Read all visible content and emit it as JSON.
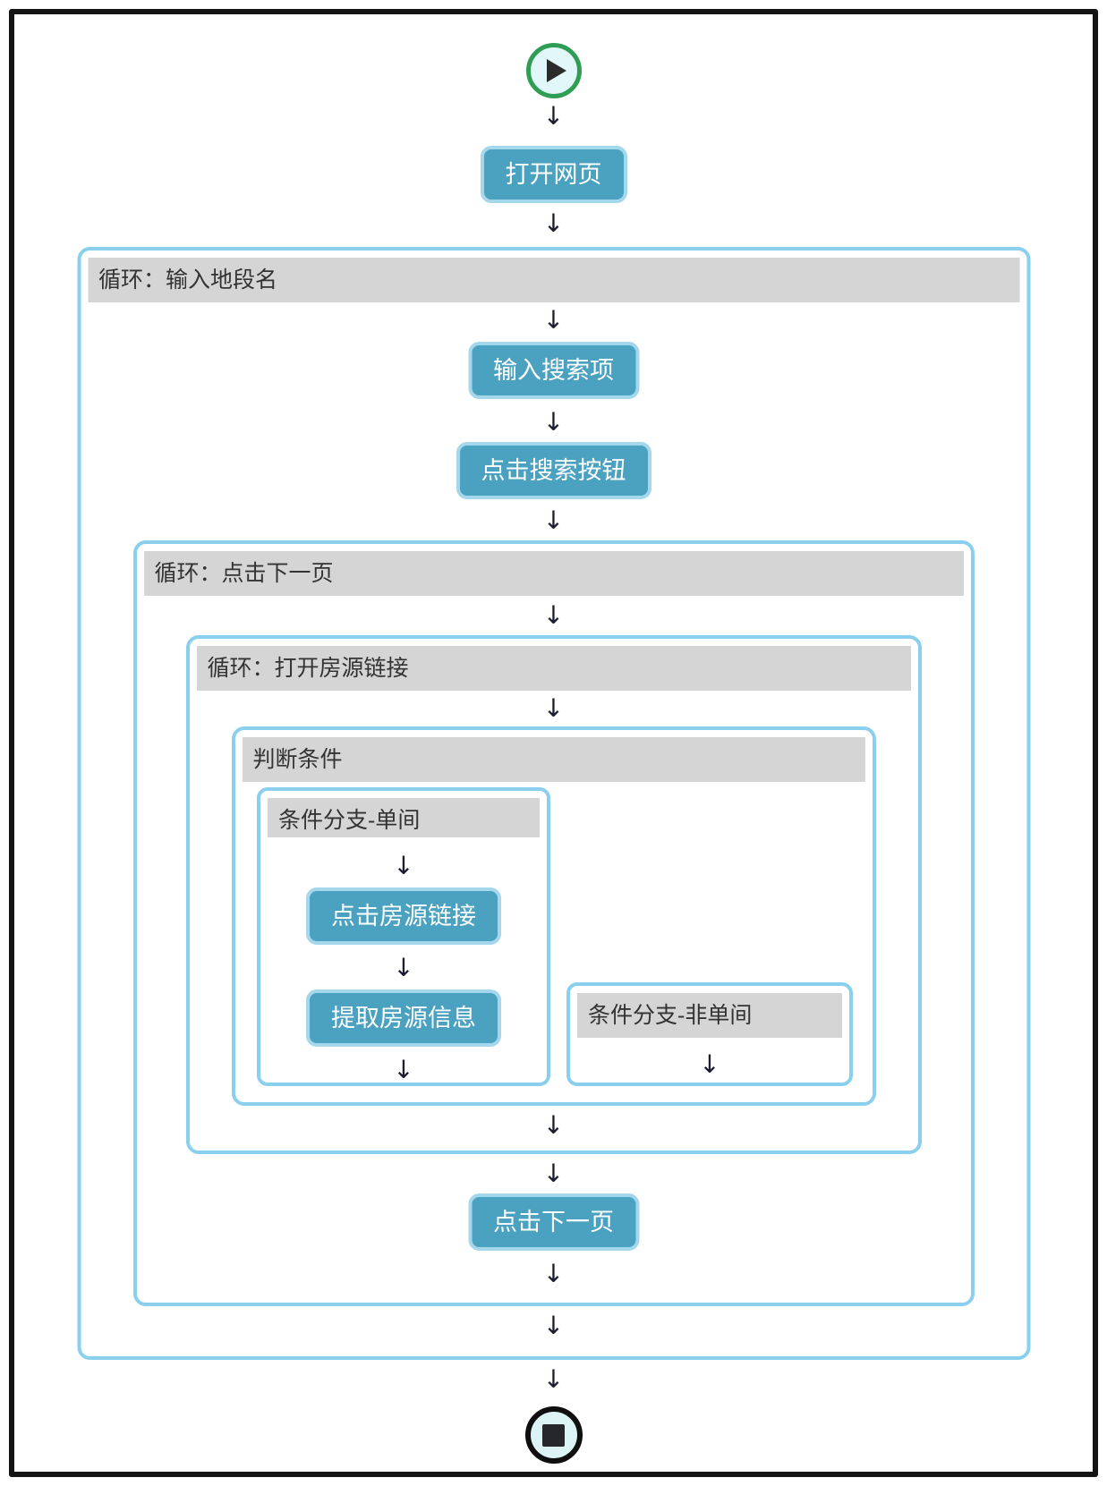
{
  "colors": {
    "canvas_frame": "#141414",
    "container_border": "#8bcfee",
    "header_background": "#d5d5d5",
    "header_text": "#333333",
    "button_background": "#4ba1c0",
    "button_border": "#a4d7eb",
    "button_text": "#ffffff",
    "arrow": "#1c1c33",
    "start_ring_green": "#2f9e54",
    "icon_fill": "#e2f7f9",
    "stop_ring": "#0f0f0f"
  },
  "icons": {
    "arrow_down": "↓"
  },
  "nodes": {
    "open_webpage": "打开网页",
    "loop_area": {
      "header": "循环：输入地段名",
      "input_search": "输入搜索项",
      "click_search": "点击搜索按钮",
      "loop_pages": {
        "header": "循环：点击下一页",
        "click_next_page": "点击下一页",
        "loop_listings": {
          "header": "循环：打开房源链接",
          "condition": {
            "header": "判断条件",
            "branch_single": {
              "header": "条件分支-单间",
              "click_listing": "点击房源链接",
              "extract_info": "提取房源信息"
            },
            "branch_other": {
              "header": "条件分支-非单间"
            }
          }
        }
      }
    }
  }
}
